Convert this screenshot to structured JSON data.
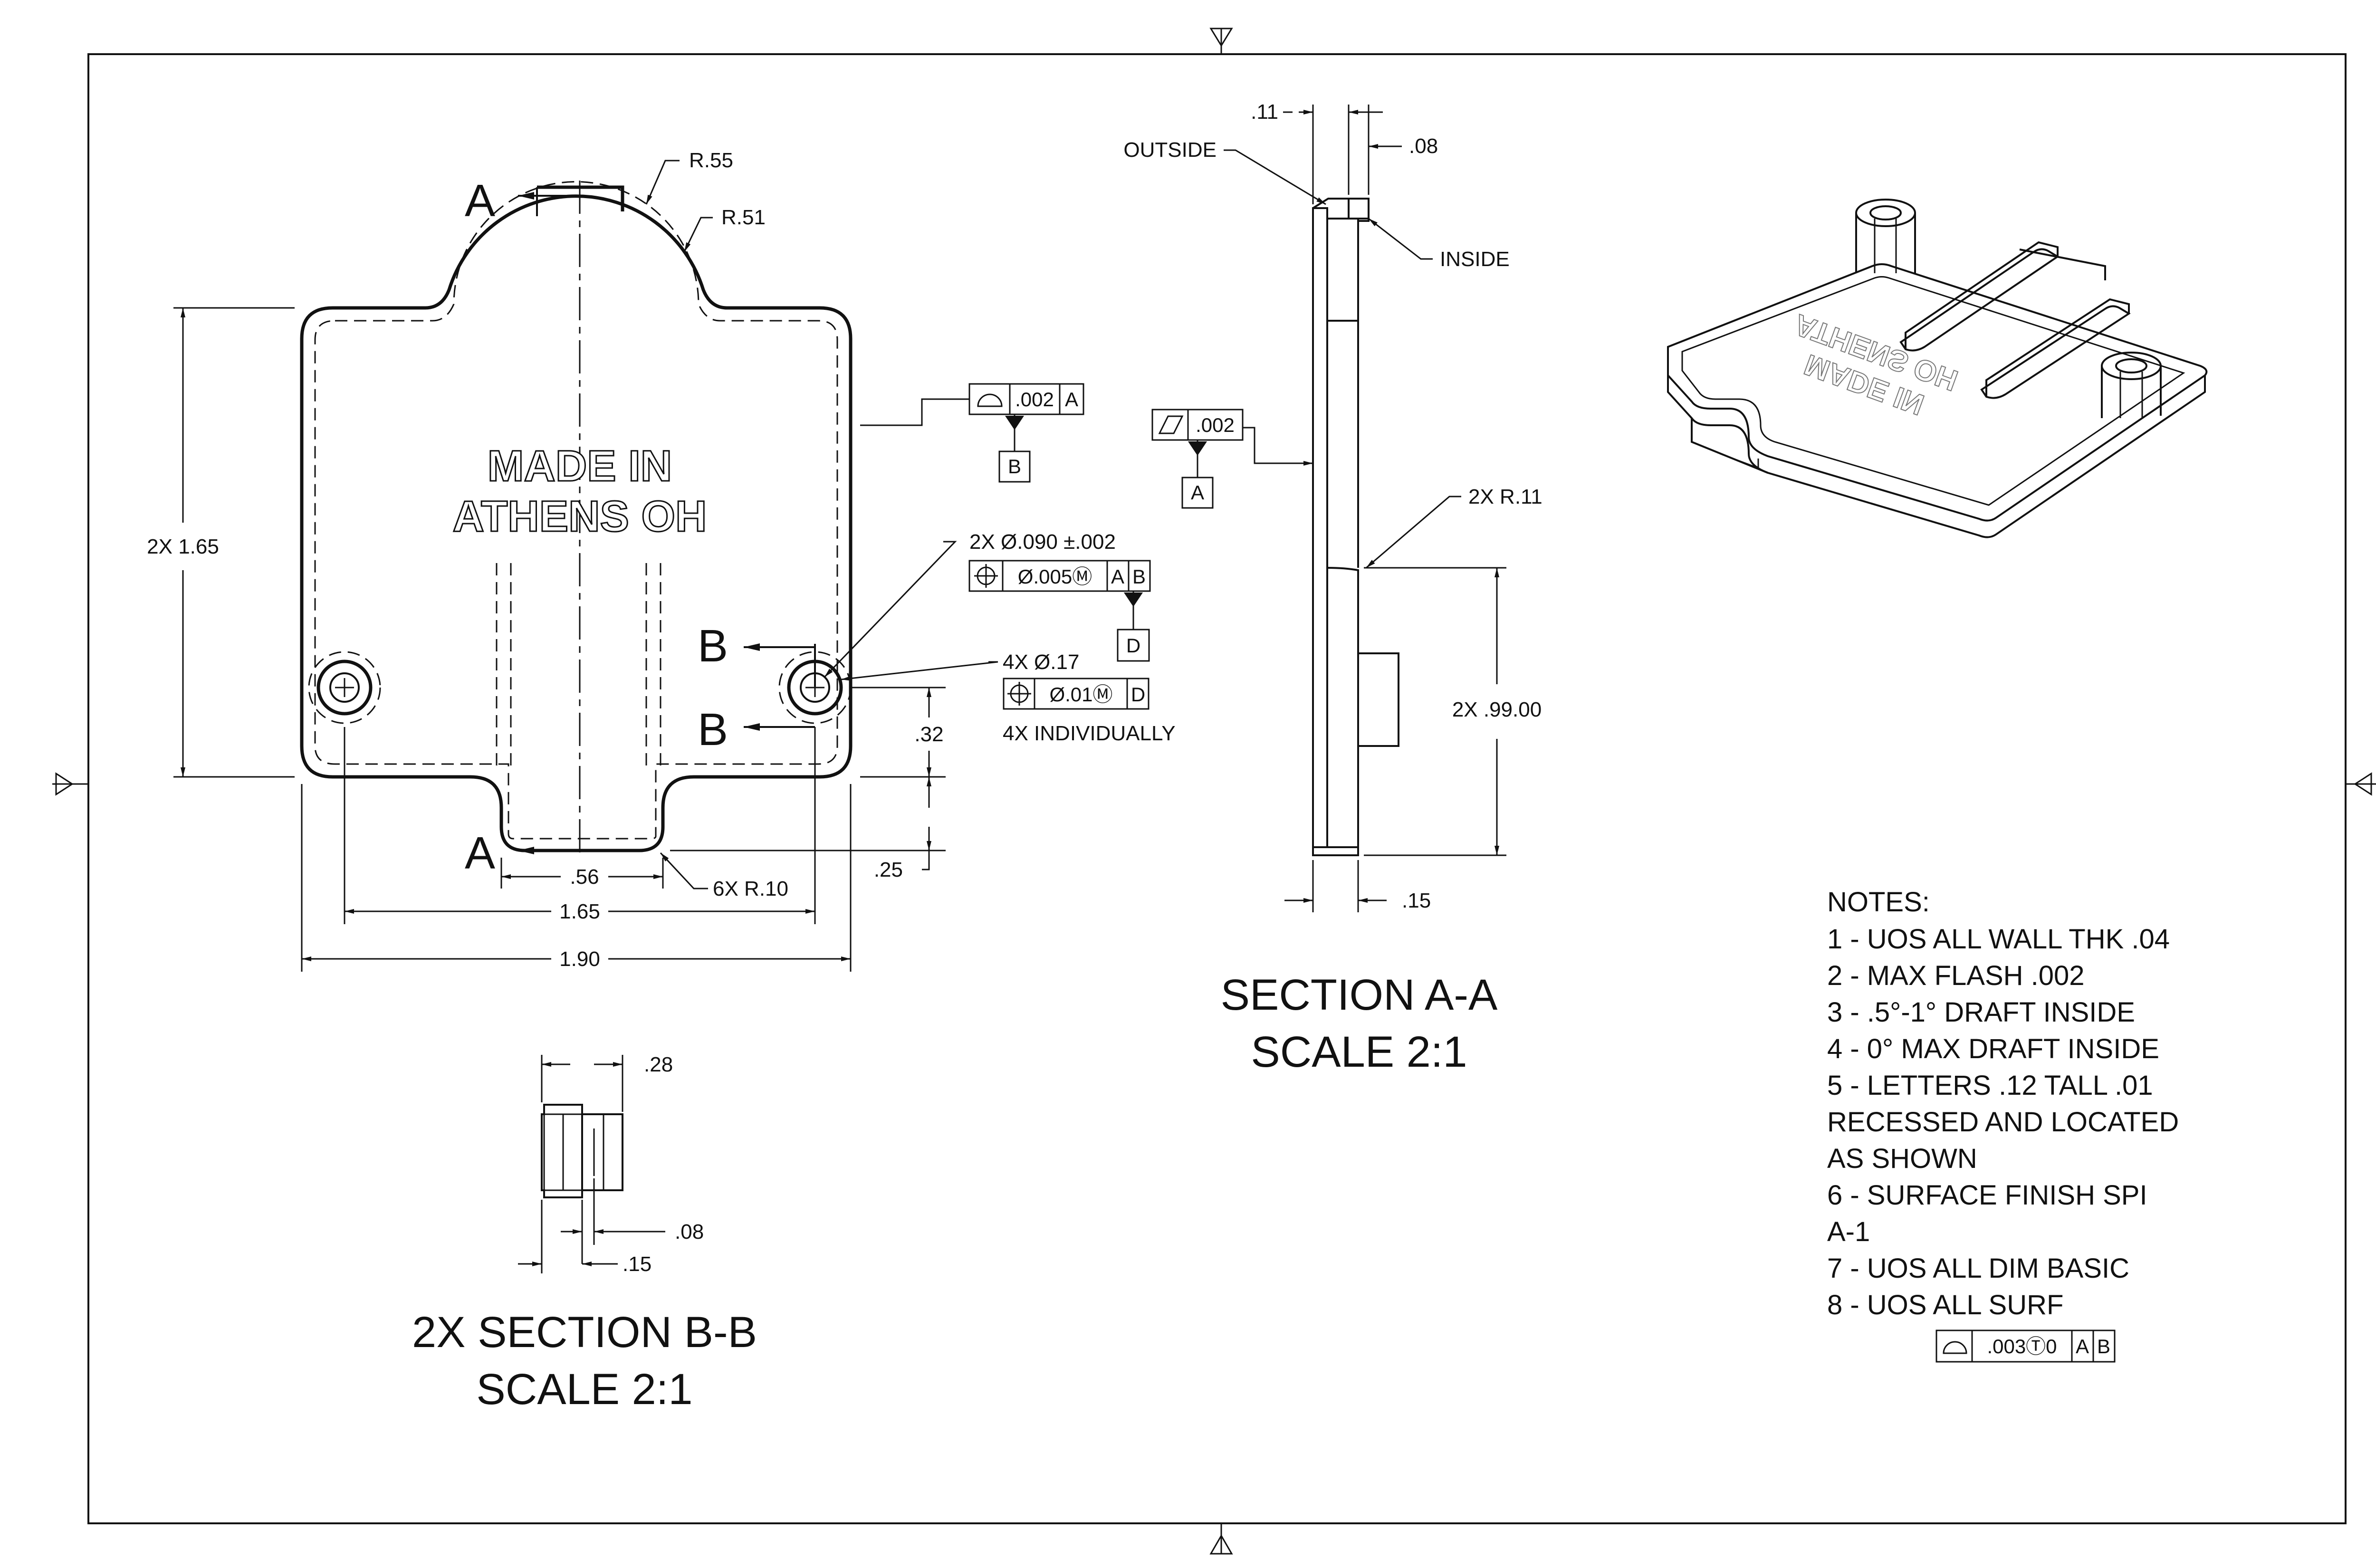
{
  "border": {
    "arrow_label": ""
  },
  "front_view": {
    "embossed_line1": "MADE IN",
    "embossed_line2": "ATHENS OH",
    "radius_outer": "R.55",
    "radius_inner": "R.51",
    "height_dim": "2X 1.65",
    "slot_width": ".56",
    "fillet_note": "6X R.10",
    "hole_spacing": "1.65",
    "overall_width": "1.90",
    "hole_height": ".32",
    "slot_depth": ".25",
    "section_a_top": "A",
    "section_a_bottom": "A",
    "section_b_top": "B",
    "section_b_bottom": "B",
    "datum_b": "B",
    "datum_d": "D",
    "profile_tol": ".002",
    "profile_datum": "A",
    "hole_note_1": "2X Ø.090 ±.002",
    "hole_fcf_1": [
      "Ø.005Ⓜ",
      "A",
      "B"
    ],
    "hole_note_2": "4X Ø.17",
    "hole_fcf_2": [
      "Ø.01Ⓜ",
      "D"
    ],
    "hole_note_3": "4X INDIVIDUALLY"
  },
  "section_aa": {
    "dim_top_left": ".11",
    "dim_top_right": ".08",
    "outside_label": "OUTSIDE",
    "inside_label": "INSIDE",
    "flatness_tol": ".002",
    "datum_a": "A",
    "radius_note": "2X R.11",
    "height_dim": "2X .99.00",
    "bottom_dim": ".15",
    "title_line1": "SECTION A-A",
    "title_line2": "SCALE 2:1"
  },
  "section_bb": {
    "dim_top": ".28",
    "dim_mid": ".08",
    "dim_bottom": ".15",
    "title_line1": "2X SECTION B-B",
    "title_line2": "SCALE 2:1"
  },
  "iso_view": {
    "embossed_line1": "MADE IN",
    "embossed_line2": "ATHENS OH"
  },
  "notes": {
    "heading": "NOTES:",
    "lines": [
      "1 - UOS ALL WALL THK .04",
      "2 - MAX FLASH .002",
      "3 - .5°-1° DRAFT INSIDE",
      "4 - 0° MAX DRAFT INSIDE",
      "5 - LETTERS .12 TALL .01",
      "RECESSED AND LOCATED",
      "AS SHOWN",
      "6 - SURFACE FINISH SPI",
      "A-1",
      "7 - UOS ALL DIM BASIC",
      "8 - UOS ALL SURF"
    ],
    "fcf": [
      ".003Ⓣ0",
      "A",
      "B"
    ]
  }
}
